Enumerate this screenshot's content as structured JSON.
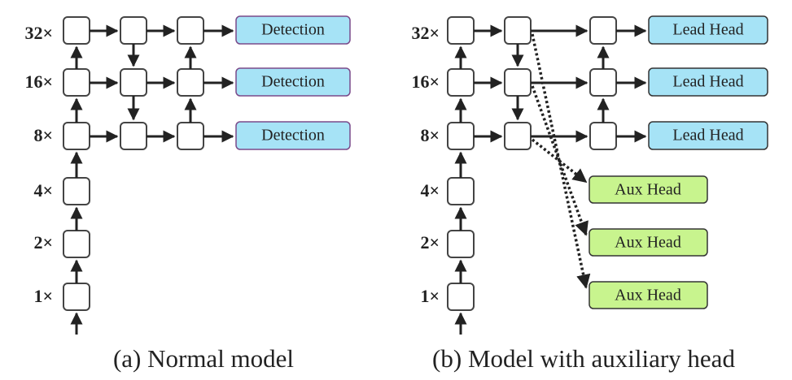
{
  "panel_a": {
    "scale_labels": [
      "32×",
      "16×",
      "8×",
      "4×",
      "2×",
      "1×"
    ],
    "heads": [
      "Detection",
      "Detection",
      "Detection"
    ],
    "caption": "(a) Normal model"
  },
  "panel_b": {
    "scale_labels": [
      "32×",
      "16×",
      "8×",
      "4×",
      "2×",
      "1×"
    ],
    "lead_heads": [
      "Lead Head",
      "Lead Head",
      "Lead Head"
    ],
    "aux_heads": [
      "Aux Head",
      "Aux Head",
      "Aux Head"
    ],
    "caption": "(b) Model with auxiliary head"
  },
  "colors": {
    "lead_head_fill": "#a6e3f6",
    "aux_head_fill": "#c8f48e",
    "node_stroke": "#444444",
    "arrow": "#222222"
  }
}
